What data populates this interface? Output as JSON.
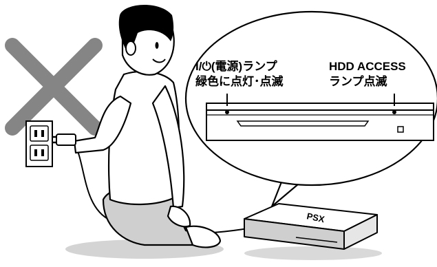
{
  "callout": {
    "power_lamp": {
      "line1": "I/⏻(電源)ランプ",
      "line2": "緑色に点灯･点滅"
    },
    "hdd_lamp": {
      "line1": "HDD ACCESS",
      "line2": "ランプ点滅"
    }
  },
  "device_logo": "PSX",
  "colors": {
    "cross_mark": "#858585",
    "ink": "#000000",
    "shading": "#cfcfcf"
  },
  "icons": [
    "cross-mark-icon",
    "wall-outlet-icon",
    "power-plug-icon",
    "psx-console-icon"
  ]
}
